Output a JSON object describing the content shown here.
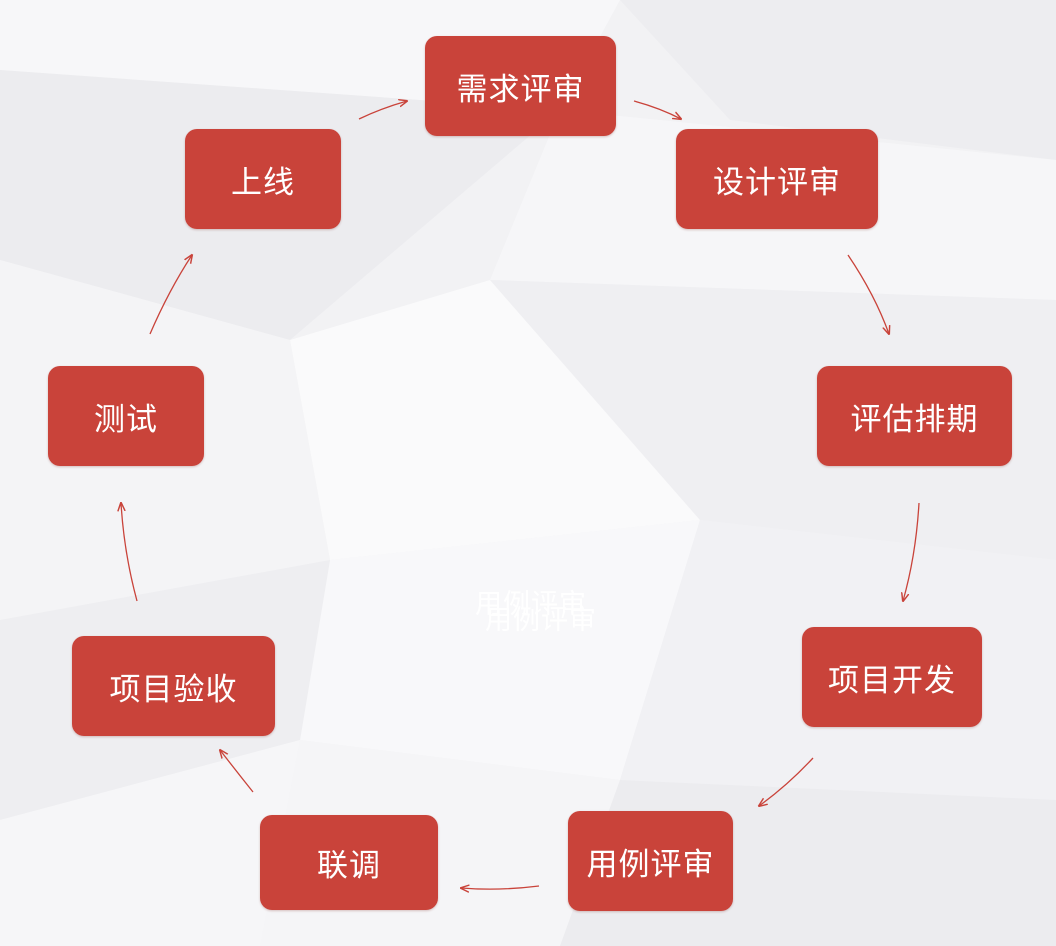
{
  "diagram": {
    "stages": [
      {
        "id": "req",
        "label": "需求评审"
      },
      {
        "id": "design",
        "label": "设计评审"
      },
      {
        "id": "estimate",
        "label": "评估排期"
      },
      {
        "id": "dev",
        "label": "项目开发"
      },
      {
        "id": "case",
        "label": "用例评审"
      },
      {
        "id": "joint",
        "label": "联调"
      },
      {
        "id": "accept",
        "label": "项目验收"
      },
      {
        "id": "test",
        "label": "测试"
      },
      {
        "id": "release",
        "label": "上线"
      }
    ],
    "ghost_label": "用例评审",
    "colors": {
      "box": "#c9433a",
      "text": "#ffffff",
      "arrow": "#c9433a",
      "background": "#f3f3f5"
    }
  }
}
